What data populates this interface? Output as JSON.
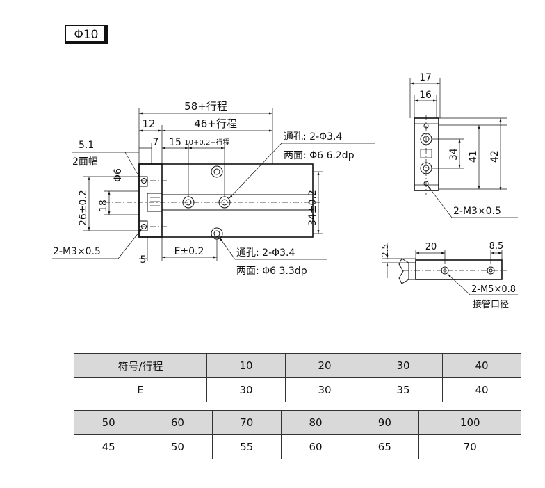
{
  "title": "Φ10",
  "drawing": {
    "main_view": {
      "dim_total": "58+行程",
      "dim_12": "12",
      "dim_46": "46+行程",
      "dim_7": "7",
      "dim_15": "15",
      "dim_10": "10+0.2+行程",
      "dim_51": "5.1",
      "label_2face": "2面幅",
      "dim_phi6": "Φ6",
      "dim_26": "26±0.2",
      "dim_18": "18",
      "dim_34": "34±0.2",
      "dim_5": "5",
      "dim_E": "E±0.2",
      "label_m3": "2-M3×0.5",
      "note_top_line1": "通孔: 2-Φ3.4",
      "note_top_line2": "两面: Φ6  6.2dp",
      "note_bottom_line1": "通孔: 2-Φ3.4",
      "note_bottom_line2": "两面: Φ6  3.3dp"
    },
    "side_view": {
      "dim_17": "17",
      "dim_16": "16",
      "dim_34": "34",
      "dim_41": "41",
      "dim_42": "42",
      "label_m3": "2-M3×0.5"
    },
    "bottom_view": {
      "dim_25": "2.5",
      "dim_20": "20",
      "dim_85": "8.5",
      "label_m5": "2-M5×0.8",
      "label_port": "接管口径"
    }
  },
  "table1": {
    "header": [
      "符号/行程",
      "10",
      "20",
      "30",
      "40"
    ],
    "row": [
      "E",
      "30",
      "30",
      "35",
      "40"
    ]
  },
  "table2": {
    "header": [
      "50",
      "60",
      "70",
      "80",
      "90",
      "100"
    ],
    "row": [
      "45",
      "50",
      "55",
      "60",
      "65",
      "70"
    ]
  }
}
